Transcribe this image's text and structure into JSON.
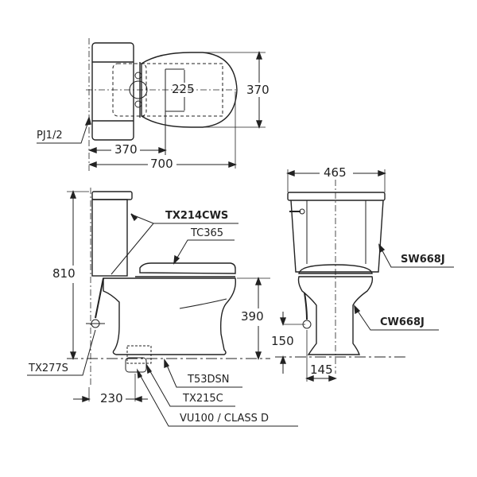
{
  "drawing": {
    "title": "Toilet dimension drawing",
    "top_view": {
      "dim_hole_spacing": "225",
      "dim_width": "370",
      "dim_rough_in": "370",
      "dim_length": "700",
      "label_inlet": "PJ1/2"
    },
    "side_view": {
      "dim_height": "810",
      "dim_seat_height": "390",
      "dim_outlet_offset": "230",
      "label_tank": "TX214CWS",
      "label_seat": "TC365",
      "label_supply": "TX277S",
      "label_bolt": "T53DSN",
      "label_adapter": "TX215C",
      "label_standard": "VU100 / CLASS D"
    },
    "front_view": {
      "dim_width": "465",
      "dim_inlet_height": "150",
      "dim_inlet_offset": "145",
      "label_tank": "SW668J",
      "label_bowl": "CW668J"
    },
    "colors": {
      "line": "#222222",
      "background": "#ffffff"
    }
  }
}
